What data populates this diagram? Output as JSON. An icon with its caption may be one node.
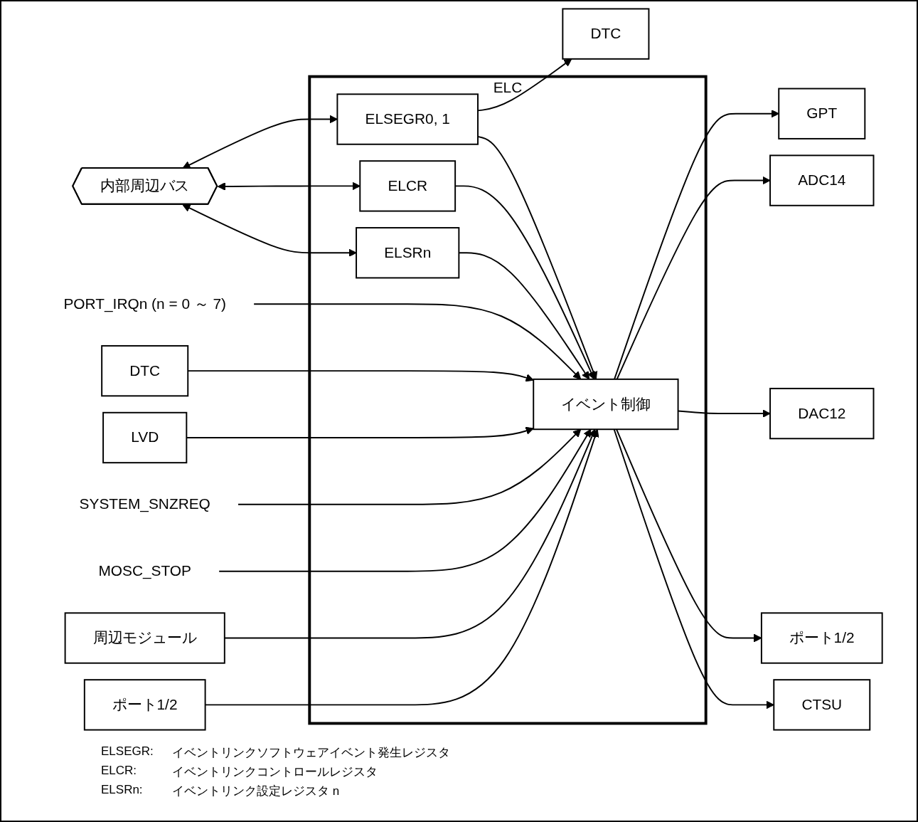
{
  "diagram": {
    "nodes": [
      {
        "text": [
          "内部周辺バス"
        ]
      },
      {
        "text": [
          "ELC"
        ]
      },
      {
        "text": [
          "ELSEGR0, 1"
        ],
        "in": 1
      },
      {
        "text": [
          "ELCR"
        ],
        "in": 1
      },
      {
        "text": [
          "ELSRn"
        ],
        "in": 1
      },
      {
        "text": [
          "イベント制御"
        ],
        "in": 1
      },
      {
        "text": [
          "DTC"
        ]
      },
      {
        "text": [
          "PORT_IRQn (n = 0 ～ 7)"
        ]
      },
      {
        "text": [
          "DTC"
        ]
      },
      {
        "text": [
          "LVD"
        ]
      },
      {
        "text": [
          "SYSTEM_SNZREQ"
        ]
      },
      {
        "text": [
          "MOSC_STOP"
        ]
      },
      {
        "text": [
          "周辺モジュール"
        ]
      },
      {
        "text": [
          "ポート1/2"
        ]
      },
      {
        "text": [
          "GPT"
        ]
      },
      {
        "text": [
          "ADC14"
        ]
      },
      {
        "text": [
          "DAC12"
        ]
      },
      {
        "text": [
          "ポート1/2"
        ]
      },
      {
        "text": [
          "CTSU"
        ]
      }
    ],
    "edges": [
      {
        "from": 0,
        "to": 2,
        "arrow": "both"
      },
      {
        "from": 0,
        "to": 3,
        "arrow": "both"
      },
      {
        "from": 0,
        "to": 4,
        "arrow": "both"
      },
      {
        "from": 2,
        "to": 6,
        "arrow": "to"
      },
      {
        "from": 2,
        "to": 5,
        "arrow": "to"
      },
      {
        "from": 3,
        "to": 5,
        "arrow": "to"
      },
      {
        "from": 4,
        "to": 5,
        "arrow": "to"
      },
      {
        "from": 7,
        "to": 5,
        "arrow": "to"
      },
      {
        "from": 8,
        "to": 5,
        "arrow": "to"
      },
      {
        "from": 9,
        "to": 5,
        "arrow": "to"
      },
      {
        "from": 10,
        "to": 5,
        "arrow": "to"
      },
      {
        "from": 11,
        "to": 5,
        "arrow": "to"
      },
      {
        "from": 12,
        "to": 5,
        "arrow": "to"
      },
      {
        "from": 13,
        "to": 5,
        "arrow": "to"
      },
      {
        "from": 5,
        "to": 14,
        "arrow": "to"
      },
      {
        "from": 5,
        "to": 15,
        "arrow": "to"
      },
      {
        "from": 5,
        "to": 16,
        "arrow": "to"
      },
      {
        "from": 5,
        "to": 17,
        "arrow": "to"
      },
      {
        "from": 5,
        "to": 18,
        "arrow": "to"
      }
    ],
    "labels": [
      "ELSEGR:",
      "イベントリンクソフトウェアイベント発生レジスタ",
      "ELCR:",
      "イベントリンクコントロールレジスタ",
      "ELSRn:",
      "イベントリンク設定レジスタ n"
    ]
  }
}
